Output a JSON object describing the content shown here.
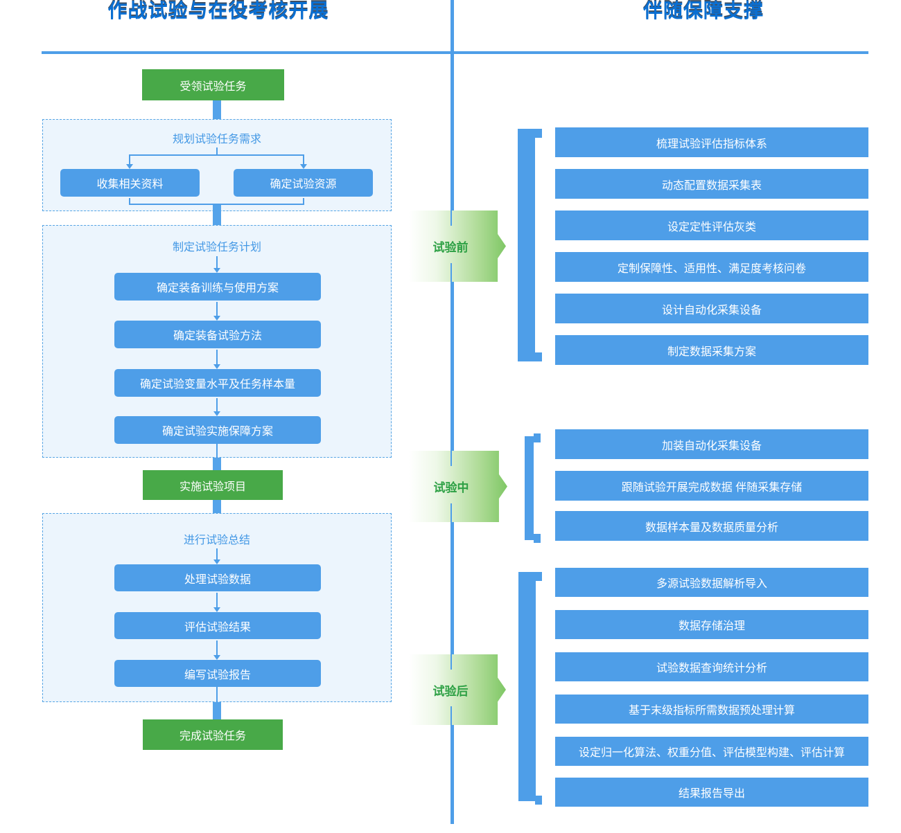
{
  "colors": {
    "accent_blue": "#4e9ee8",
    "node_green": "#48a948",
    "title_blue": "#0a6fd2",
    "panel_bg": "#ecf5fd",
    "panel_border": "#55a4e4",
    "panel_title_blue": "#4398e5",
    "phase_label_green": "#2da044"
  },
  "header": {
    "left_title": "作战试验与在役考核开展",
    "right_title": "伴随保障支撑"
  },
  "left_flow": {
    "start": "受领试验任务",
    "stage1": {
      "title": "规划试验任务需求",
      "boxes": [
        "收集相关资料",
        "确定试验资源"
      ]
    },
    "stage2": {
      "title": "制定试验任务计划",
      "boxes": [
        "确定装备训练与使用方案",
        "确定装备试验方法",
        "确定试验变量水平及任务样本量",
        "确定试验实施保障方案"
      ]
    },
    "milestone": "实施试验项目",
    "stage3": {
      "title": "进行试验总结",
      "boxes": [
        "处理试验数据",
        "评估试验结果",
        "编写试验报告"
      ]
    },
    "end": "完成试验任务"
  },
  "right_support": {
    "sections": [
      {
        "label": "试验前",
        "items": [
          "梳理试验评估指标体系",
          "动态配置数据采集表",
          "设定定性评估灰类",
          "定制保障性、适用性、满足度考核问卷",
          "设计自动化采集设备",
          "制定数据采集方案"
        ]
      },
      {
        "label": "试验中",
        "items": [
          "加装自动化采集设备",
          "跟随试验开展完成数据 伴随采集存储",
          "数据样本量及数据质量分析"
        ]
      },
      {
        "label": "试验后",
        "items": [
          "多源试验数据解析导入",
          "数据存储治理",
          "试验数据查询统计分析",
          "基于末级指标所需数据预处理计算",
          "设定归一化算法、权重分值、评估模型构建、评估计算",
          "结果报告导出"
        ]
      }
    ]
  }
}
